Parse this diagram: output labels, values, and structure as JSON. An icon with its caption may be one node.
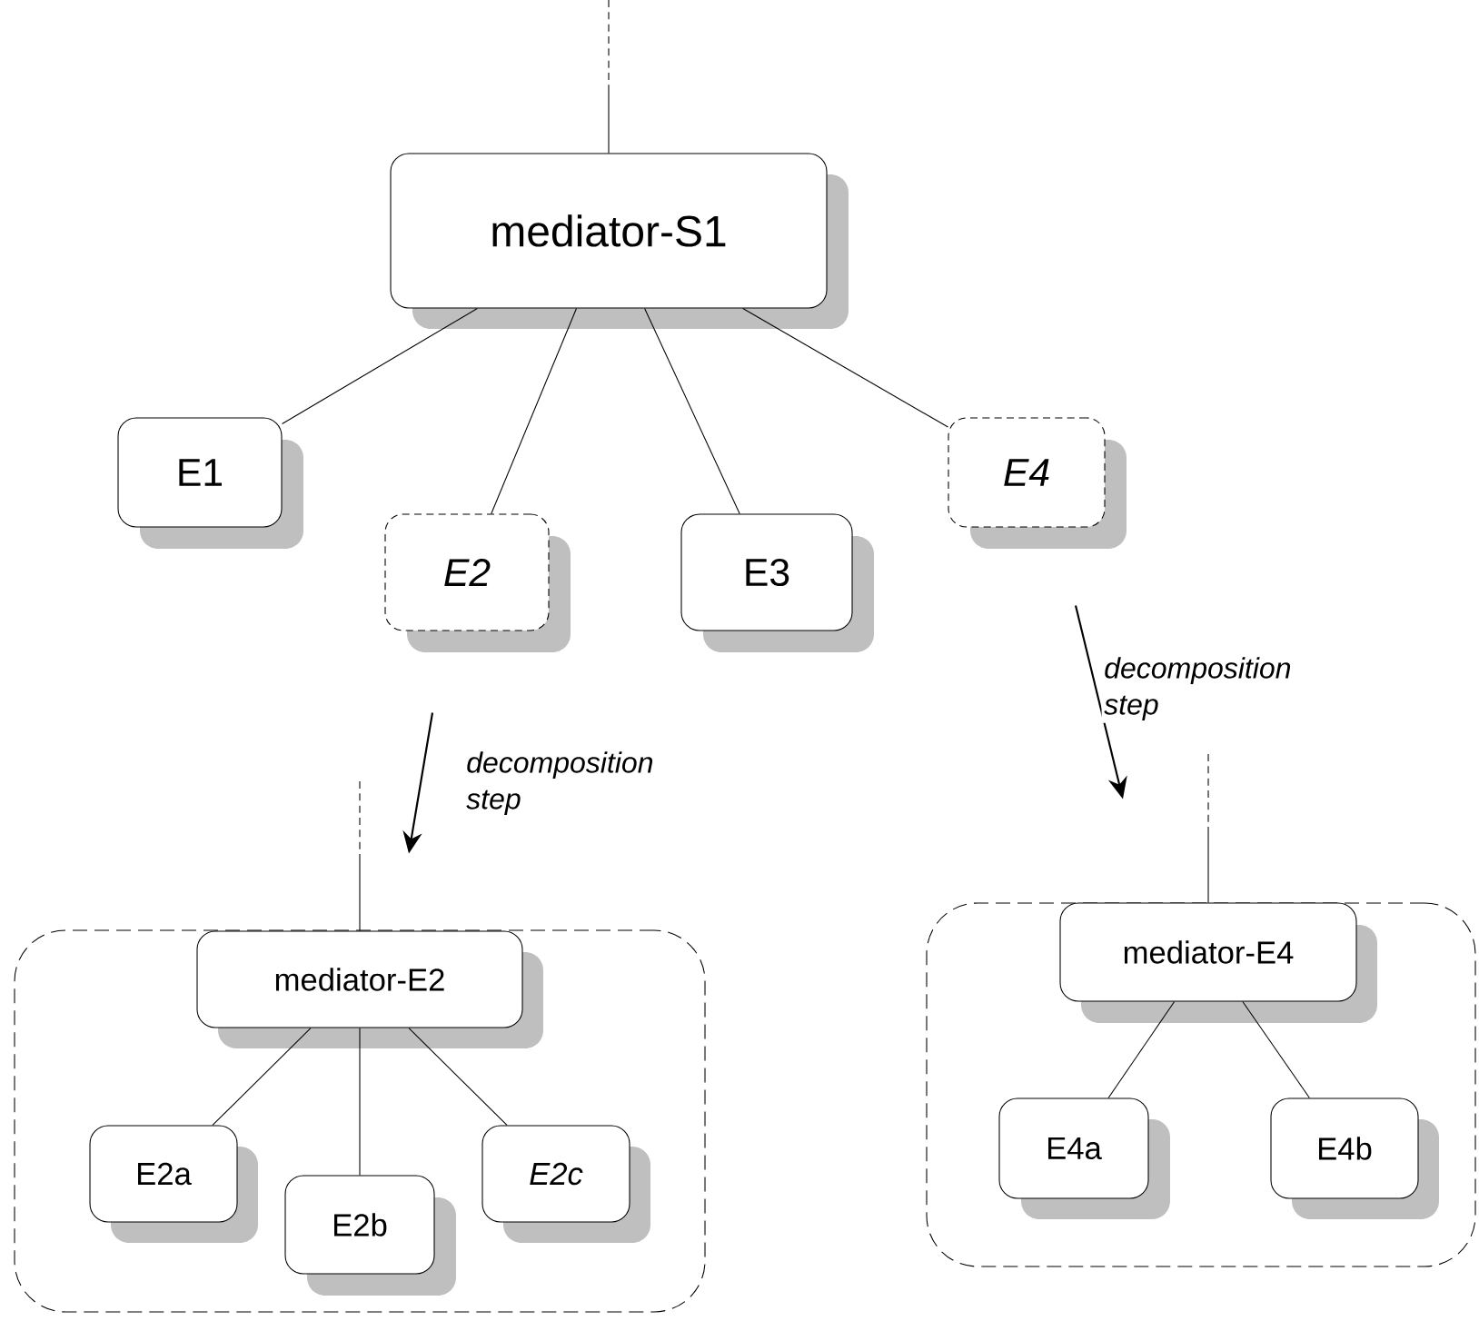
{
  "diagram": {
    "nodes": [
      {
        "text": [
          "mediator-S1"
        ]
      },
      {
        "text": [
          "E1"
        ]
      },
      {
        "text": [
          "E2"
        ]
      },
      {
        "text": [
          "E3"
        ]
      },
      {
        "text": [
          "E4"
        ]
      },
      {
        "text": [],
        "shape": "box"
      },
      {
        "text": [
          "mediator-E2"
        ],
        "in": 5
      },
      {
        "text": [
          "E2a"
        ],
        "in": 5
      },
      {
        "text": [
          "E2b"
        ],
        "in": 5
      },
      {
        "text": [
          "E2c"
        ],
        "in": 5
      },
      {
        "text": [],
        "shape": "box"
      },
      {
        "text": [
          "mediator-E4"
        ],
        "in": 10
      },
      {
        "text": [
          "E4a"
        ],
        "in": 10
      },
      {
        "text": [
          "E4b"
        ],
        "in": 10
      }
    ],
    "edges": [
      {
        "from": null,
        "to": 0,
        "arrow": "none",
        "style": "dashed"
      },
      {
        "from": 0,
        "to": 1,
        "arrow": "none"
      },
      {
        "from": 0,
        "to": 2,
        "arrow": "none"
      },
      {
        "from": 0,
        "to": 3,
        "arrow": "none"
      },
      {
        "from": 0,
        "to": 4,
        "arrow": "none"
      },
      {
        "from": 2,
        "to": 5,
        "arrow": "to",
        "label": "decomposition step"
      },
      {
        "from": 4,
        "to": 10,
        "arrow": "to",
        "label": "decomposition step"
      },
      {
        "from": null,
        "to": 6,
        "arrow": "none",
        "style": "dashed"
      },
      {
        "from": 6,
        "to": 7,
        "arrow": "none"
      },
      {
        "from": 6,
        "to": 8,
        "arrow": "none"
      },
      {
        "from": 6,
        "to": 9,
        "arrow": "none"
      },
      {
        "from": null,
        "to": 11,
        "arrow": "none",
        "style": "dashed"
      },
      {
        "from": 11,
        "to": 12,
        "arrow": "none"
      },
      {
        "from": 11,
        "to": 13,
        "arrow": "none"
      }
    ]
  }
}
